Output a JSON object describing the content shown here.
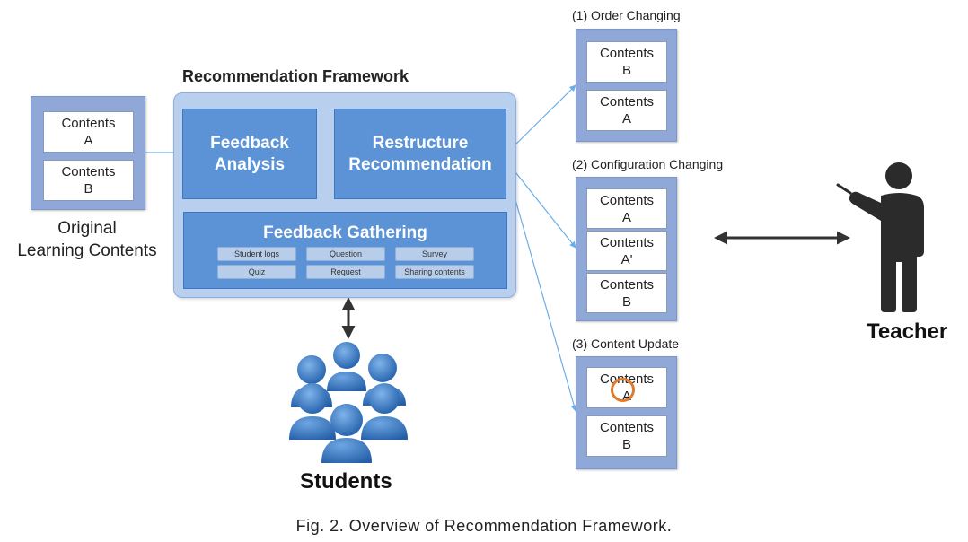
{
  "original": {
    "cards": [
      {
        "line1": "Contents",
        "line2": "A"
      },
      {
        "line1": "Contents",
        "line2": "B"
      }
    ],
    "label_line1": "Original",
    "label_line2": "Learning Contents"
  },
  "framework": {
    "title": "Recommendation Framework",
    "feedback_analysis": {
      "line1": "Feedback",
      "line2": "Analysis"
    },
    "restructure": {
      "line1": "Restructure",
      "line2": "Recommendation"
    },
    "gathering_title": "Feedback Gathering",
    "chips": [
      "Student logs",
      "Question",
      "Survey",
      "Quiz",
      "Request",
      "Sharing contents"
    ]
  },
  "outcomes": [
    {
      "title": "(1) Order Changing",
      "cards": [
        {
          "line1": "Contents",
          "line2": "B"
        },
        {
          "line1": "Contents",
          "line2": "A"
        }
      ]
    },
    {
      "title": "(2) Configuration  Changing",
      "cards": [
        {
          "line1": "Contents",
          "line2": "A"
        },
        {
          "line1": "Contents",
          "line2": "A'"
        },
        {
          "line1": "Contents",
          "line2": "B"
        }
      ]
    },
    {
      "title": "(3) Content Update",
      "cards": [
        {
          "line1": "Contents",
          "line2": "A"
        },
        {
          "line1": "Contents",
          "line2": "B"
        }
      ]
    }
  ],
  "actors": {
    "students": "Students",
    "teacher": "Teacher"
  },
  "caption": "Fig. 2. Overview of Recommendation Framework.",
  "colors": {
    "panel": "#8fa8d8",
    "framework_bg": "#b9cfee",
    "framework_box": "#5b93d6",
    "arrow": "#6aaee8",
    "people": "#2f6fb8",
    "teacher": "#2b2b2b",
    "highlight_ring": "#e07b2e"
  }
}
